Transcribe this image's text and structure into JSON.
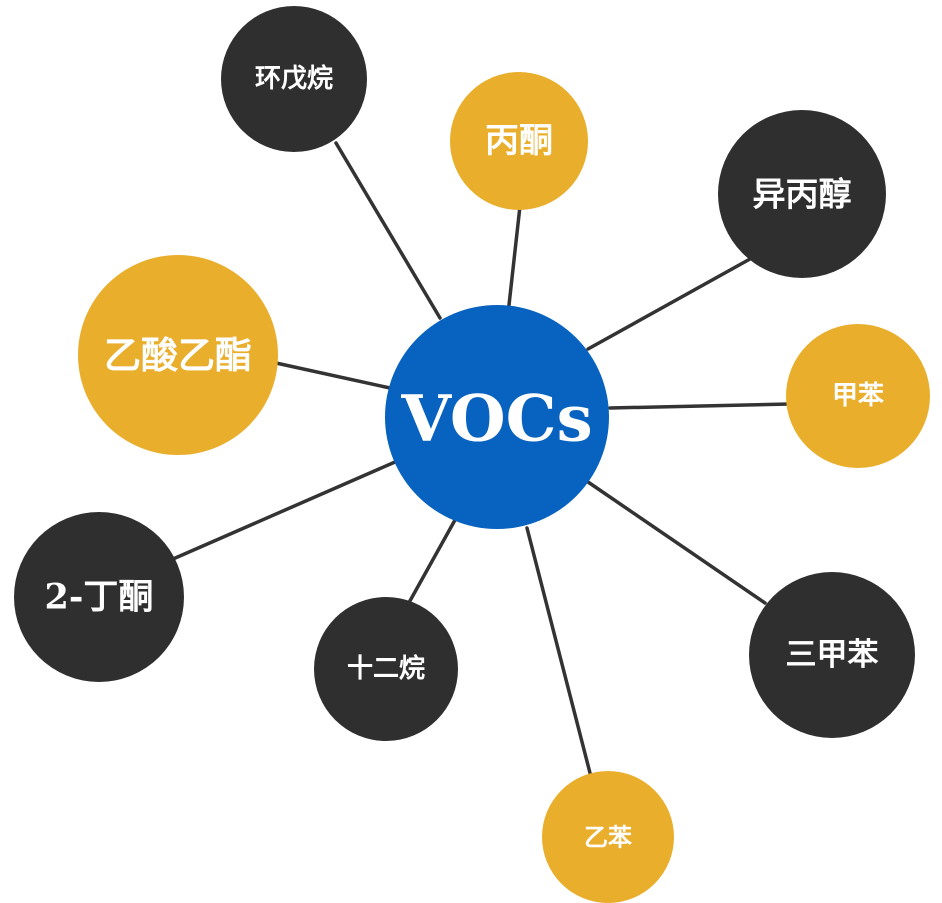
{
  "colors": {
    "hub": "#0762c0",
    "dark": "#2f2f2f",
    "gold": "#e9ae2c",
    "edge": "#333333",
    "text": "#ffffff",
    "background": "#ffffff"
  },
  "hub": {
    "label": "VOCs"
  },
  "nodes": [
    {
      "id": "cyclopentane",
      "label": "环戊烷",
      "style": "dark"
    },
    {
      "id": "acetone",
      "label": "丙酮",
      "style": "gold"
    },
    {
      "id": "isopropanol",
      "label": "异丙醇",
      "style": "dark"
    },
    {
      "id": "ethyl-acetate",
      "label": "乙酸乙酯",
      "style": "gold"
    },
    {
      "id": "toluene",
      "label": "甲苯",
      "style": "gold"
    },
    {
      "id": "2-butanone",
      "label": "2-丁酮",
      "style": "dark"
    },
    {
      "id": "dodecane",
      "label": "十二烷",
      "style": "dark"
    },
    {
      "id": "trimethylbenzene",
      "label": "三甲苯",
      "style": "dark"
    },
    {
      "id": "ethylbenzene",
      "label": "乙苯",
      "style": "gold"
    }
  ]
}
